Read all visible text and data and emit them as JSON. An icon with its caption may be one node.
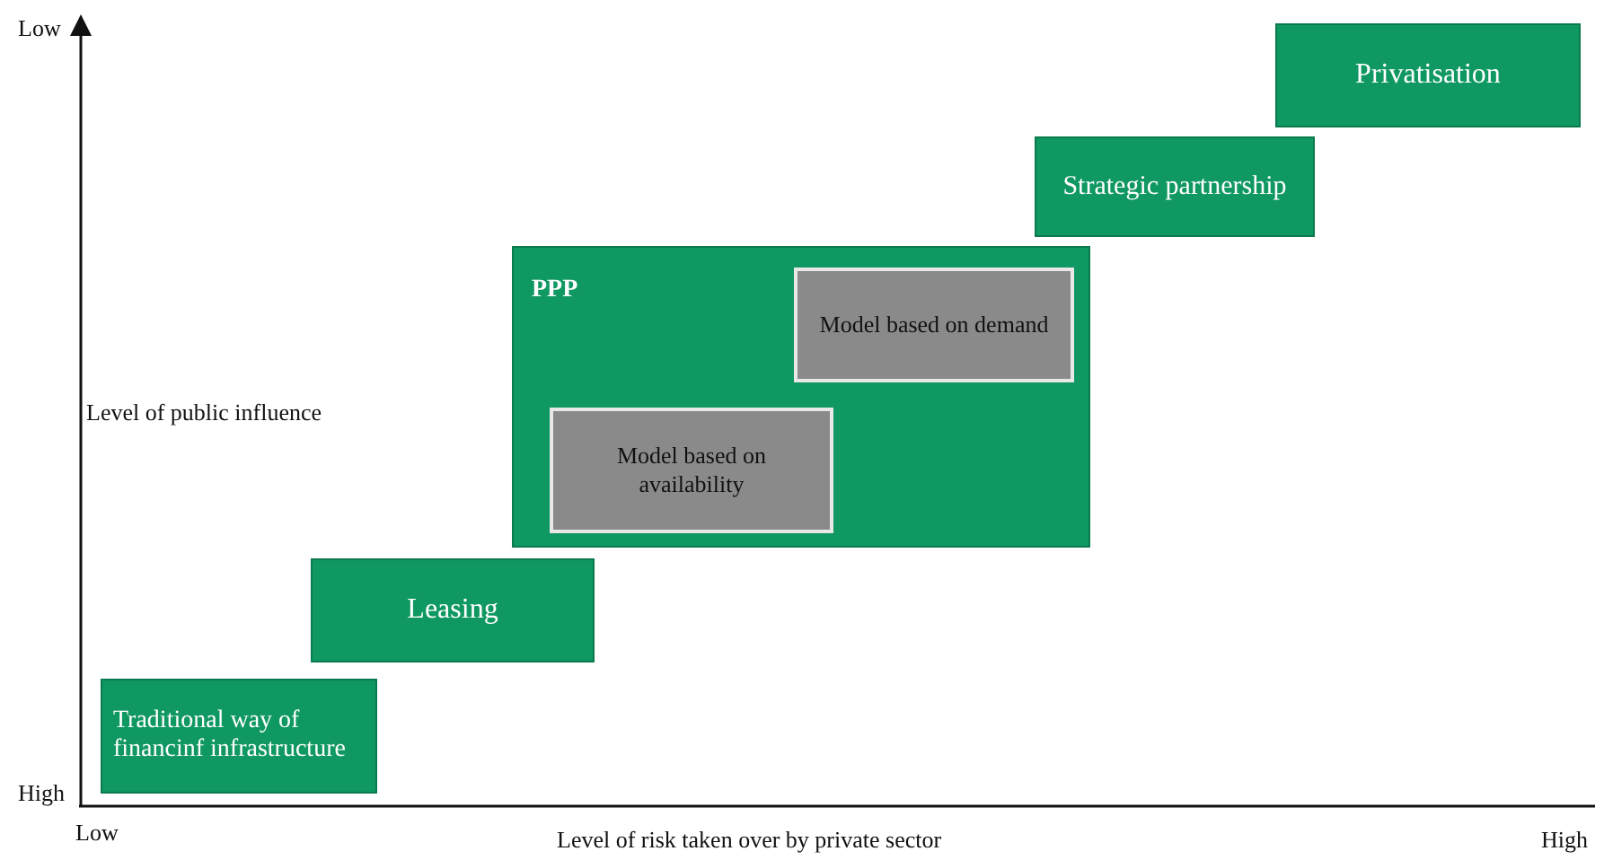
{
  "diagram": {
    "nodes": [
      {
        "text": [
          "Privatisation"
        ]
      },
      {
        "text": [
          "Strategic partnership"
        ]
      },
      {
        "text": [
          "PPP"
        ]
      },
      {
        "text": [
          "Model based on demand"
        ],
        "in": 2
      },
      {
        "text": [
          "Model based on availability"
        ],
        "in": 2
      },
      {
        "text": [
          "Leasing"
        ]
      },
      {
        "text": [
          "Traditional way of financinf infrastructure"
        ]
      }
    ],
    "labels": [
      "Low",
      "Level of public influence",
      "High",
      "Low",
      "Level of risk taken over by private sector",
      "High"
    ]
  }
}
